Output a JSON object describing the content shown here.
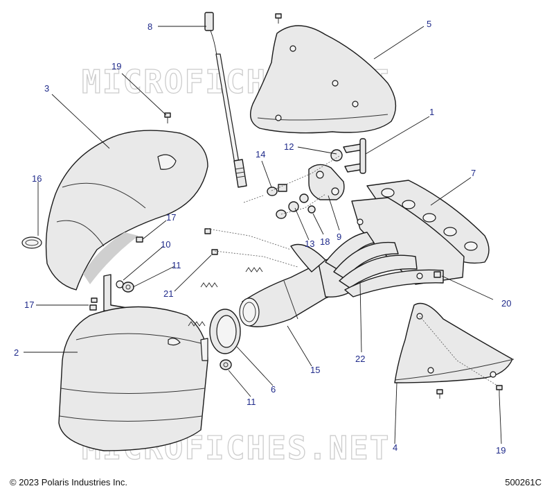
{
  "watermark": "MICROFICHES.NET",
  "footer": {
    "copyright": "© 2023 Polaris Industries Inc.",
    "drawing_id": "500261C"
  },
  "callouts": {
    "c1": "1",
    "c2": "2",
    "c3": "3",
    "c4": "4",
    "c5": "5",
    "c6": "6",
    "c7": "7",
    "c8": "8",
    "c9": "9",
    "c10": "10",
    "c11a": "11",
    "c11b": "11",
    "c12": "12",
    "c13": "13",
    "c14": "14",
    "c15": "15",
    "c16": "16",
    "c17a": "17",
    "c17b": "17",
    "c18": "18",
    "c19a": "19",
    "c19b": "19",
    "c20": "20",
    "c21": "21",
    "c22": "22"
  }
}
